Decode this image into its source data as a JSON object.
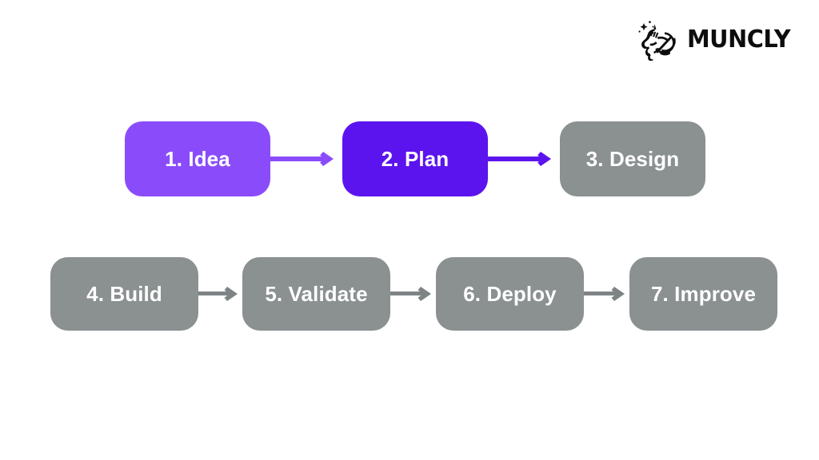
{
  "brand": {
    "name": "MUNCLY",
    "mark_icon": "unicorn-logo-icon",
    "mark_color": "#0d0d0d"
  },
  "colors": {
    "background": "#ffffff",
    "accent_light_purple": "#8A4CFB",
    "accent_deep_purple": "#5C14EE",
    "neutral_gray": "#8B9091",
    "node_text": "#ffffff"
  },
  "diagram": {
    "type": "flowchart",
    "orientation": "horizontal-wrapped",
    "rows": [
      {
        "nodes": [
          {
            "label": "1. Idea",
            "state": "active",
            "color": "#8A4CFB"
          },
          {
            "label": "2. Plan",
            "state": "current",
            "color": "#5C14EE"
          },
          {
            "label": "3. Design",
            "state": "upcoming",
            "color": "#8B9091"
          }
        ],
        "connectors": [
          {
            "icon": "arrow-right-icon",
            "color": "#8A4CFB",
            "from": "1. Idea",
            "to": "2. Plan"
          },
          {
            "icon": "arrow-right-icon",
            "color": "#5C14EE",
            "from": "2. Plan",
            "to": "3. Design"
          }
        ]
      },
      {
        "nodes": [
          {
            "label": "4. Build",
            "state": "upcoming",
            "color": "#8B9091"
          },
          {
            "label": "5. Validate",
            "state": "upcoming",
            "color": "#8B9091"
          },
          {
            "label": "6. Deploy",
            "state": "upcoming",
            "color": "#8B9091"
          },
          {
            "label": "7. Improve",
            "state": "upcoming",
            "color": "#8B9091"
          }
        ],
        "connectors": [
          {
            "icon": "arrow-right-icon",
            "color": "#7E8485",
            "from": "4. Build",
            "to": "5. Validate"
          },
          {
            "icon": "arrow-right-icon",
            "color": "#7E8485",
            "from": "5. Validate",
            "to": "6. Deploy"
          },
          {
            "icon": "arrow-right-icon",
            "color": "#7E8485",
            "from": "6. Deploy",
            "to": "7. Improve"
          }
        ]
      }
    ]
  }
}
